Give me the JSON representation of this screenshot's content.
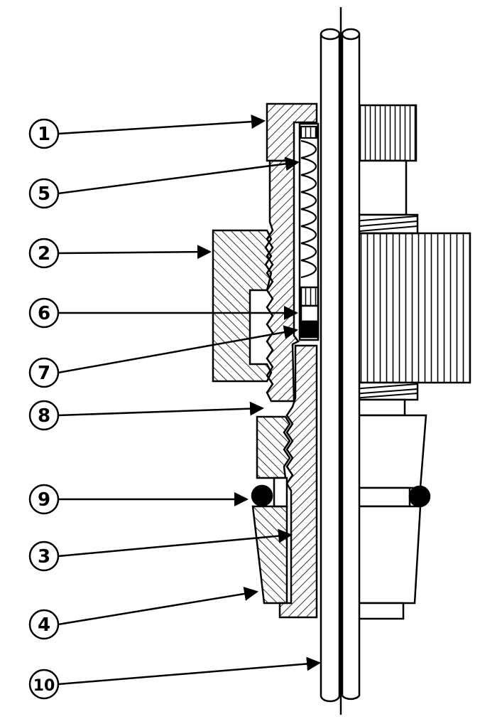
{
  "callouts": [
    {
      "id": "c1",
      "label": "1"
    },
    {
      "id": "c5",
      "label": "5"
    },
    {
      "id": "c2",
      "label": "2"
    },
    {
      "id": "c6",
      "label": "6"
    },
    {
      "id": "c7",
      "label": "7"
    },
    {
      "id": "c8",
      "label": "8"
    },
    {
      "id": "c9",
      "label": "9"
    },
    {
      "id": "c3",
      "label": "3"
    },
    {
      "id": "c4",
      "label": "4"
    },
    {
      "id": "c10",
      "label": "10"
    }
  ],
  "colors": {
    "ink": "#000000",
    "paper": "#ffffff"
  }
}
